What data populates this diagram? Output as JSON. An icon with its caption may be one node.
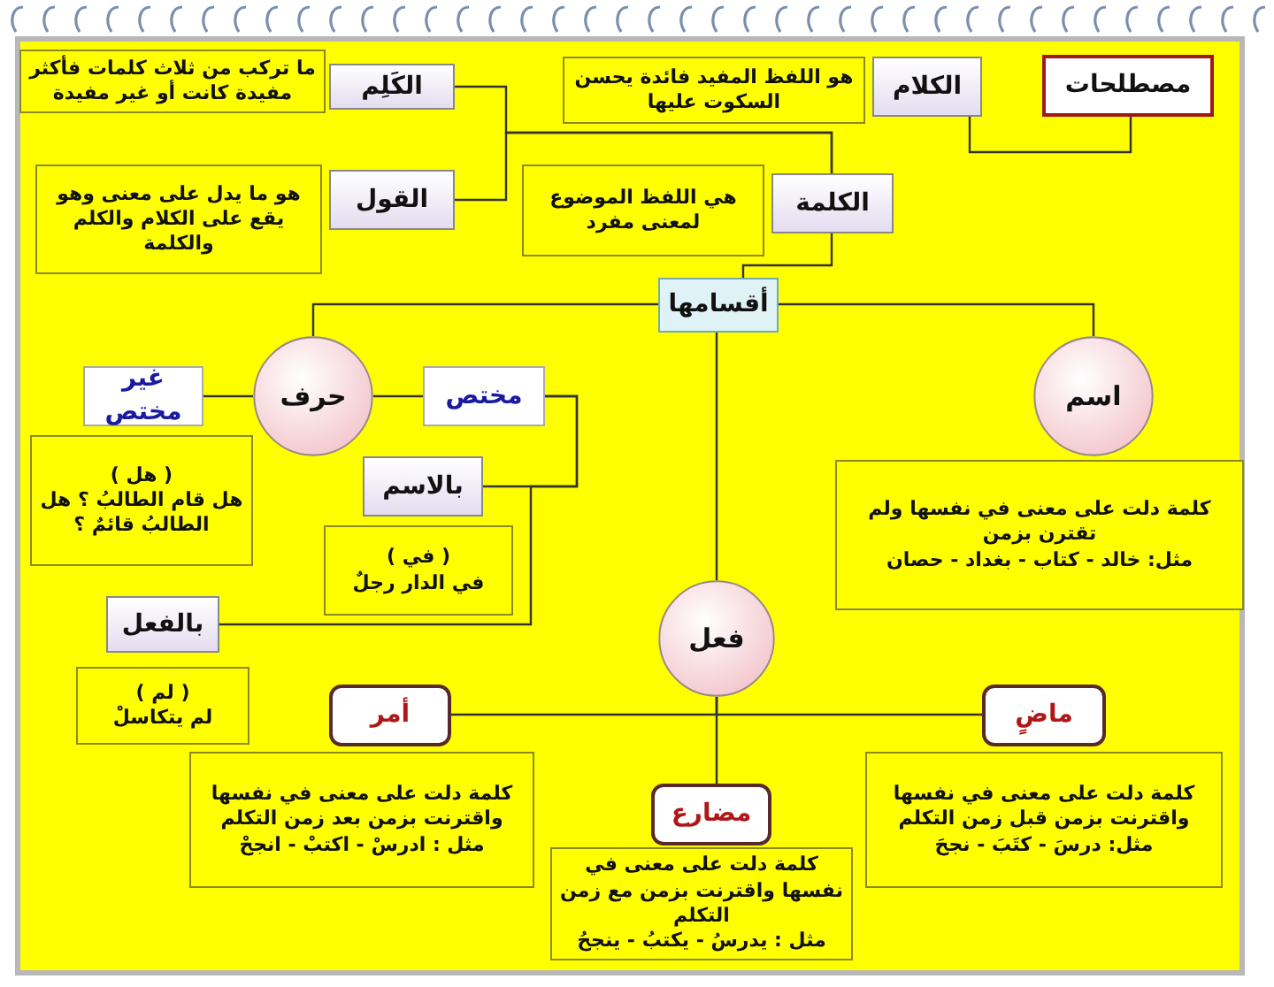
{
  "diagram": {
    "nodes": [
      {
        "text": [
          "مصطلحات"
        ]
      },
      {
        "text": [
          "الكلام"
        ]
      },
      {
        "text": [
          "هو اللفظ المفيد فائدة يحسن السكوت عليها"
        ]
      },
      {
        "text": [
          "الكَلِم"
        ]
      },
      {
        "text": [
          "ما تركب من ثلاث كلمات فأكثر مفيدة كانت أو غير مفيدة"
        ]
      },
      {
        "text": [
          "القول"
        ]
      },
      {
        "text": [
          "هو ما يدل على معنى وهو يقع على الكلام والكلم والكلمة"
        ]
      },
      {
        "text": [
          "الكلمة"
        ]
      },
      {
        "text": [
          "هي اللفظ الموضوع لمعنى مفرد"
        ]
      },
      {
        "text": [
          "أقسامها"
        ]
      },
      {
        "text": [
          "اسم"
        ]
      },
      {
        "text": [
          "كلمة دلت على معنى في نفسها ولم تقترن بزمن",
          "مثل: خالد - كتاب - بغداد - حصان"
        ]
      },
      {
        "text": [
          "حرف"
        ]
      },
      {
        "text": [
          "غير مختص"
        ]
      },
      {
        "text": [
          "( هل )",
          "هل قام الطالبُ ؟ هل الطالبُ قائمٌ ؟"
        ]
      },
      {
        "text": [
          "مختص"
        ]
      },
      {
        "text": [
          "بالاسم"
        ]
      },
      {
        "text": [
          "( في )",
          "في الدار رجلٌ"
        ]
      },
      {
        "text": [
          "بالفعل"
        ]
      },
      {
        "text": [
          "( لم )",
          "لم يتكاسلْ"
        ]
      },
      {
        "text": [
          "فعل"
        ]
      },
      {
        "text": [
          "ماضٍ"
        ]
      },
      {
        "text": [
          "كلمة دلت على معنى في نفسها واقترنت بزمن قبل زمن التكلم",
          "مثل: درسَ - كتَبَ - نجحَ"
        ]
      },
      {
        "text": [
          "أمر"
        ]
      },
      {
        "text": [
          "كلمة دلت على معنى في نفسها واقترنت بزمن بعد زمن التكلم",
          "مثل : ادرسْ - اكتبْ - انجحْ"
        ]
      },
      {
        "text": [
          "مضارع"
        ]
      },
      {
        "text": [
          "كلمة دلت على معنى في نفسها واقترنت بزمن مع زمن التكلم",
          "مثل : يدرسُ - يكتبُ - ينجحُ"
        ]
      }
    ],
    "edges": [
      {
        "from": 0,
        "to": 1,
        "arrow": "none"
      },
      {
        "from": 7,
        "to": 3,
        "arrow": "none"
      },
      {
        "from": 7,
        "to": 5,
        "arrow": "none"
      },
      {
        "from": 7,
        "to": 9,
        "arrow": "none"
      },
      {
        "from": 9,
        "to": 10,
        "arrow": "none"
      },
      {
        "from": 9,
        "to": 12,
        "arrow": "none"
      },
      {
        "from": 9,
        "to": 20,
        "arrow": "none"
      },
      {
        "from": 20,
        "to": 21,
        "arrow": "none"
      },
      {
        "from": 20,
        "to": 23,
        "arrow": "none"
      },
      {
        "from": 20,
        "to": 25,
        "arrow": "none"
      },
      {
        "from": 12,
        "to": 13,
        "arrow": "none"
      },
      {
        "from": 12,
        "to": 15,
        "arrow": "none"
      },
      {
        "from": 15,
        "to": 16,
        "arrow": "none"
      },
      {
        "from": 15,
        "to": 18,
        "arrow": "none"
      }
    ]
  }
}
